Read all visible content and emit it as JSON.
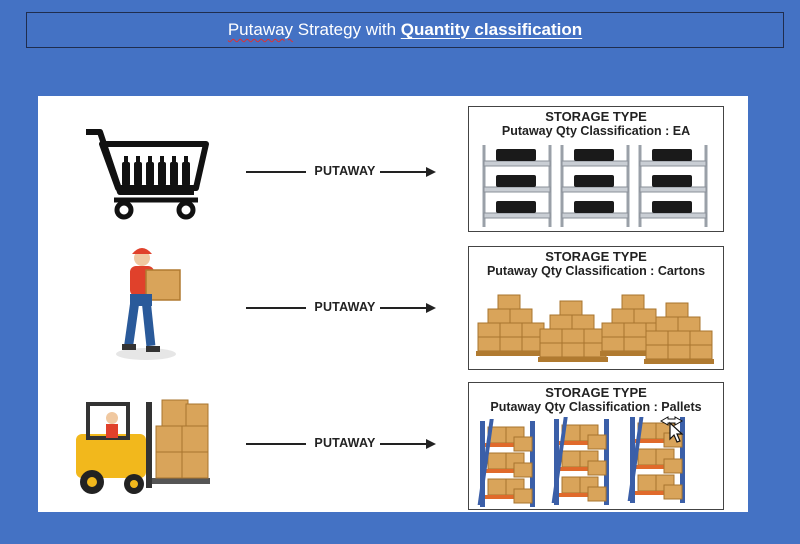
{
  "header": {
    "title_lead": "Putaway",
    "title_mid": " Strategy with ",
    "title_emph": "Quantity classification"
  },
  "rows": [
    {
      "source": "shopping-cart-with-bottles",
      "arrow_label": "PUTAWAY",
      "storage_title": "STORAGE TYPE",
      "storage_subtitle": "Putaway Qty Classification : EA",
      "storage_image": "shelving-with-bottles"
    },
    {
      "source": "worker-carrying-carton",
      "arrow_label": "PUTAWAY",
      "storage_title": "STORAGE TYPE",
      "storage_subtitle": "Putaway Qty Classification : Cartons",
      "storage_image": "carton-stacks"
    },
    {
      "source": "forklift-with-cartons",
      "arrow_label": "PUTAWAY",
      "storage_title": "STORAGE TYPE",
      "storage_subtitle": "Putaway Qty Classification : Pallets",
      "storage_image": "pallet-racks"
    }
  ],
  "colors": {
    "background": "#4472c4",
    "panel": "#ffffff",
    "rack_blue": "#3b5fa8",
    "rack_orange": "#e06a2b",
    "carton": "#d9a45a"
  }
}
